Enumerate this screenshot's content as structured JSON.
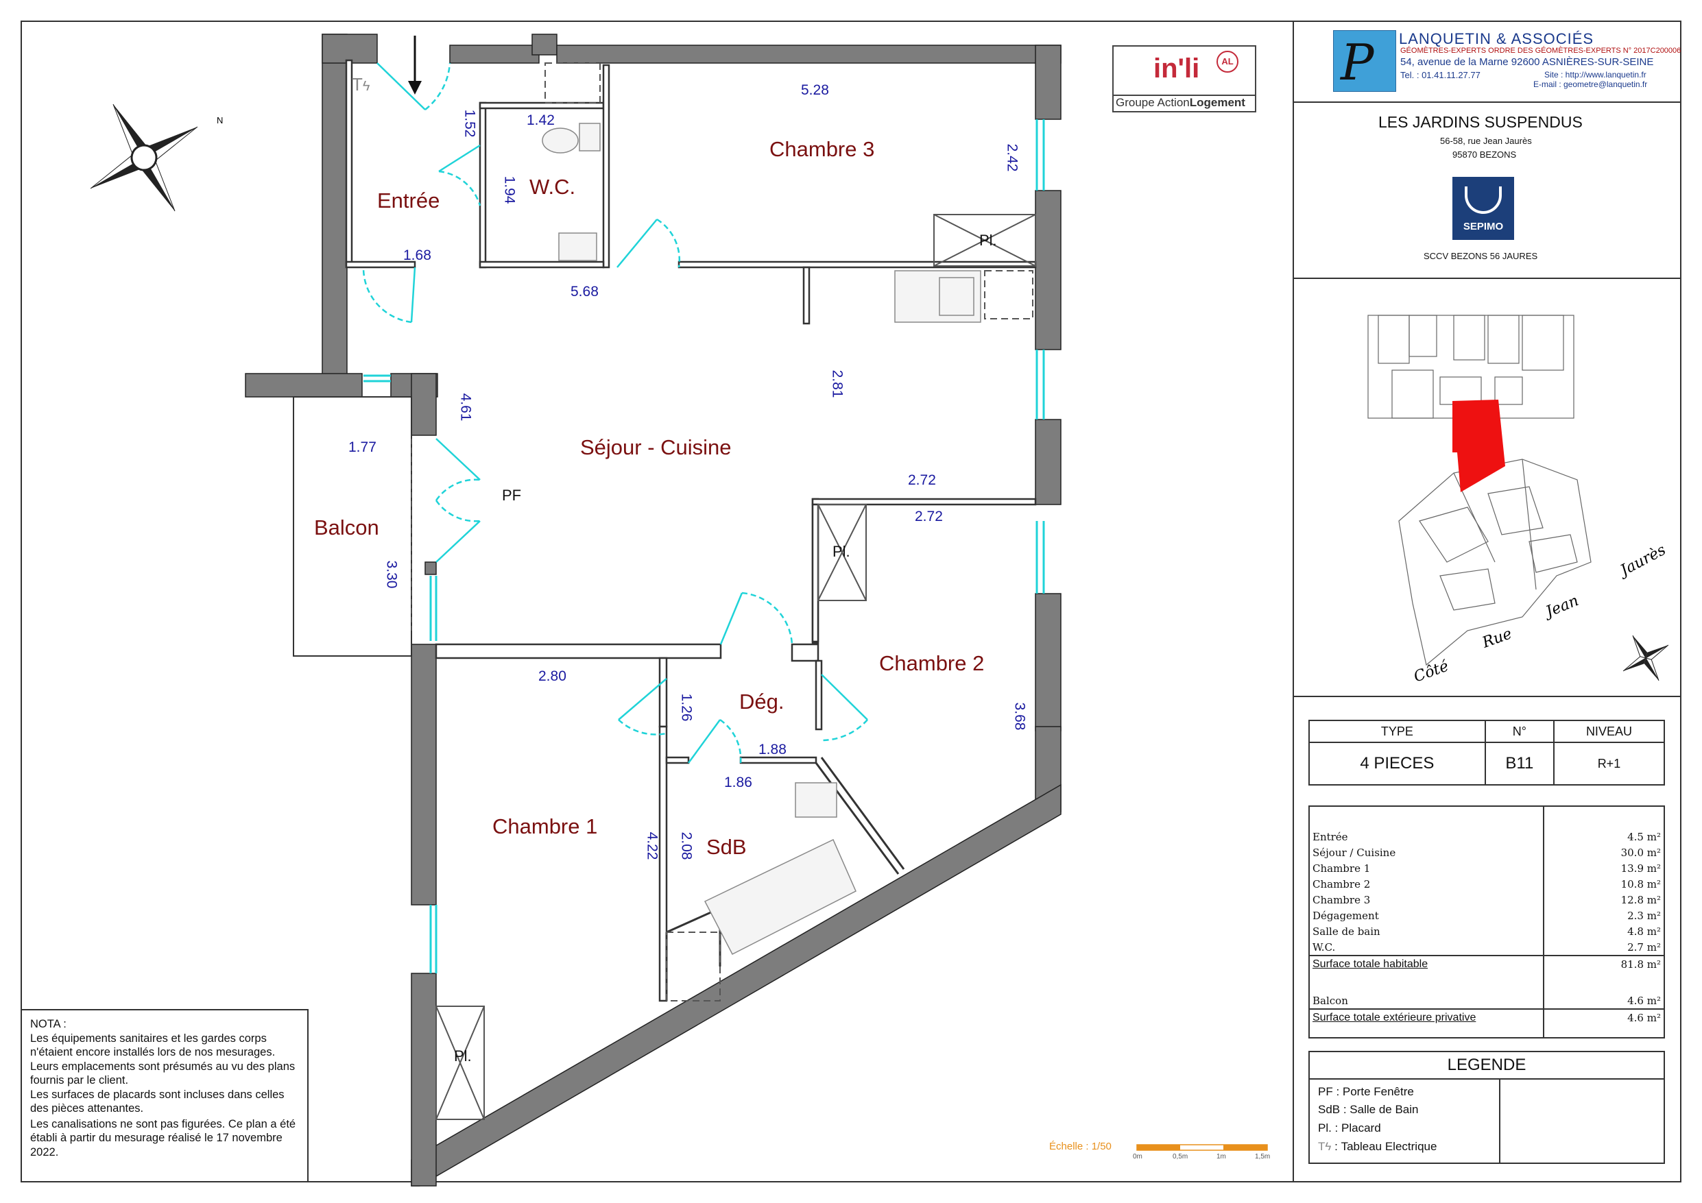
{
  "plan": {
    "rooms": {
      "entree": "Entrée",
      "wc": "W.C.",
      "chambre3": "Chambre 3",
      "sejour": "Séjour - Cuisine",
      "balcon": "Balcon",
      "chambre2": "Chambre 2",
      "deg": "Dég.",
      "chambre1": "Chambre 1",
      "sdb": "SdB"
    },
    "dims": {
      "d_1_52": "1.52",
      "d_1_42": "1.42",
      "d_1_94": "1.94",
      "d_1_68": "1.68",
      "d_5_28": "5.28",
      "d_2_42": "2.42",
      "d_5_68": "5.68",
      "d_2_81": "2.81",
      "d_4_61": "4.61",
      "d_1_77": "1.77",
      "d_3_30": "3.30",
      "d_2_72a": "2.72",
      "d_2_72b": "2.72",
      "d_2_80": "2.80",
      "d_1_26": "1.26",
      "d_1_88": "1.88",
      "d_1_86": "1.86",
      "d_3_68": "3.68",
      "d_4_22": "4.22",
      "d_2_08": "2.08"
    },
    "labels": {
      "pl1": "Pl.",
      "pl2": "Pl.",
      "pl3": "Pl.",
      "pf": "PF",
      "tableau": "T"
    }
  },
  "inli": {
    "brand": "in'li",
    "badge": "AL",
    "group_a": "Groupe Action",
    "group_b": "Logement"
  },
  "firm": {
    "name": "LANQUETIN & ASSOCIÉS",
    "sub": "GÉOMÈTRES-EXPERTS ORDRE DES GÉOMÈTRES-EXPERTS N° 2017C200006",
    "address": "54, avenue de la Marne 92600 ASNIÈRES-SUR-SEINE",
    "tel": "Tel. : 01.41.11.27.77",
    "site": "Site : http://www.lanquetin.fr",
    "email": "E-mail : geometre@lanquetin.fr"
  },
  "project": {
    "name": "LES JARDINS SUSPENDUS",
    "street": "56-58, rue Jean Jaurès",
    "city": "95870 BEZONS",
    "client_logo": "SEPIMO",
    "client": "SCCV BEZONS 56 JAURES"
  },
  "situation": {
    "street_1": "Côté",
    "street_2": "Rue",
    "street_3": "Jean",
    "street_4": "Jaurès",
    "highlight_color": "#ee1111"
  },
  "type_table": {
    "headers": [
      "TYPE",
      "N°",
      "NIVEAU"
    ],
    "values": [
      "4 PIECES",
      "B11",
      "R+1"
    ]
  },
  "areas": {
    "rows": [
      {
        "name": "Entrée",
        "value": "4.5 m²"
      },
      {
        "name": "Séjour / Cuisine",
        "value": "30.0 m²"
      },
      {
        "name": "Chambre 1",
        "value": "13.9 m²"
      },
      {
        "name": "Chambre 2",
        "value": "10.8 m²"
      },
      {
        "name": "Chambre 3",
        "value": "12.8 m²"
      },
      {
        "name": "Dégagement",
        "value": "2.3 m²"
      },
      {
        "name": "Salle de bain",
        "value": "4.8 m²"
      },
      {
        "name": "W.C.",
        "value": "2.7 m²"
      }
    ],
    "total_label": "Surface totale habitable",
    "total_value": "81.8 m²",
    "balcon_label": "Balcon",
    "balcon_value": "4.6 m²",
    "ext_label": "Surface totale extérieure privative",
    "ext_value": "4.6 m²"
  },
  "legend": {
    "title": "LEGENDE",
    "items": [
      "PF : Porte Fenêtre",
      "SdB : Salle de Bain",
      "Pl. : Placard",
      ": Tableau Electrique"
    ]
  },
  "note": {
    "title": "NOTA :",
    "lines": [
      "Les équipements sanitaires et les gardes corps n'étaient encore installés lors de nos mesurages. Leurs emplacements sont présumés au vu des plans fournis par le client.",
      "Les surfaces de placards sont incluses dans celles des pièces attenantes.",
      "Les canalisations ne sont pas figurées. Ce plan a été établi à partir du mesurage réalisé le 17 novembre 2022."
    ]
  },
  "scale": {
    "label": "Échelle : 1/50",
    "ticks": [
      "0m",
      "0,5m",
      "1m",
      "1,5m"
    ]
  },
  "compass": {
    "north": "N"
  },
  "colors": {
    "wall": "#7d7d7d",
    "window": "#1fd3d8",
    "room_text": "#7a1010",
    "dim_text": "#1a1aa0",
    "scale": "#e8901c",
    "firm_blue": "#1b3a8c"
  }
}
